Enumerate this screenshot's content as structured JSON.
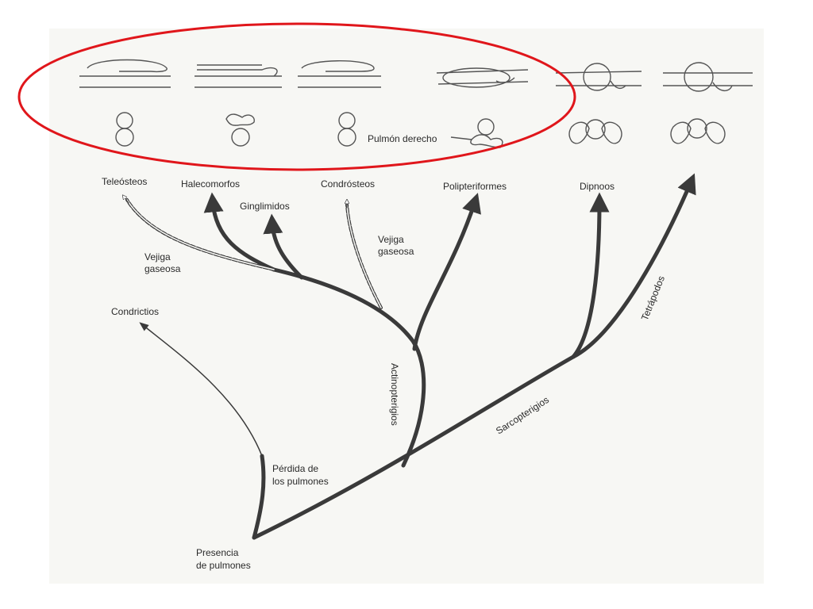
{
  "labels": {
    "teleosteos": "Teleósteos",
    "halecomorfos": "Halecomorfos",
    "ginglimidos": "Ginglimidos",
    "condrosteos": "Condrósteos",
    "polipteriformes": "Polipteriformes",
    "dipnoos": "Dipnoos",
    "condrictios": "Condrictios",
    "vejiga_1": "Vejiga",
    "vejiga_1b": "gaseosa",
    "vejiga_2": "Vejiga",
    "vejiga_2b": "gaseosa",
    "perdida_1": "Pérdida de",
    "perdida_2": "los pulmones",
    "presencia_1": "Presencia",
    "presencia_2": "de pulmones",
    "actinopterigios": "Actinopterigios",
    "sarcopterigios": "Sarcopterigios",
    "tetrapodos": "Tetrápodos",
    "pulmon_derecho": "Pulmón derecho"
  },
  "colors": {
    "highlight": "#e0161b",
    "branch": "#3a3a3a",
    "paper": "#f7f7f4"
  }
}
